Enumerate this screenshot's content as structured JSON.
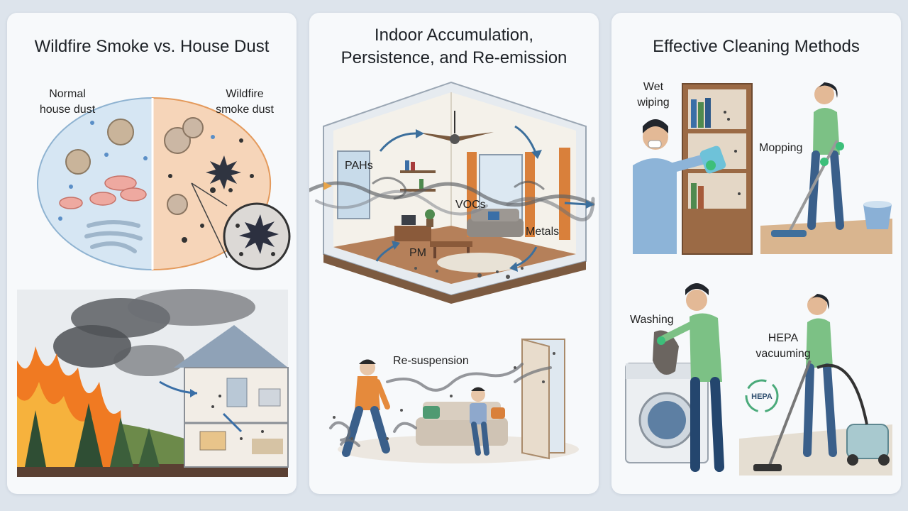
{
  "panel_smoke": {
    "title": "Wildfire Smoke vs. House Dust",
    "normal_label_line1": "Normal",
    "normal_label_line2": "house dust",
    "wildfire_label_line1": "Wildfire",
    "wildfire_label_line2": "smoke dust"
  },
  "panel_indoor": {
    "title_line1": "Indoor Accumulation,",
    "title_line2": "Persistence, and Re-emission",
    "labels": {
      "pahs": "PAHs",
      "vocs": "VOCs",
      "metals": "Metals",
      "pm": "PM",
      "resuspension": "Re-suspension"
    }
  },
  "panel_cleaning": {
    "title": "Effective Cleaning Methods",
    "wet_wiping_line1": "Wet",
    "wet_wiping_line2": "wiping",
    "mopping": "Mopping",
    "washing": "Washing",
    "hepa_line1": "HEPA",
    "hepa_line2": "vacuuming",
    "hepa_badge": "HEPA"
  },
  "colors": {
    "panel_bg": "#f7f9fb",
    "page_bg": "#dde4ec",
    "normal_dust_bg": "#d7e7f3",
    "smoke_dust_bg": "#f7d7bd",
    "fire": "#f07a22",
    "smoke": "#5c5f63"
  }
}
